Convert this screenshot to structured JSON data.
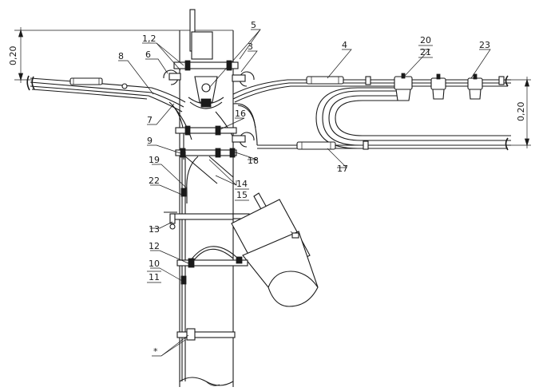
{
  "dimensions": {
    "left_height": "0,20",
    "right_height": "0,20"
  },
  "labels": {
    "l1_2": "1,2",
    "l6": "6",
    "l8": "8",
    "l5": "5",
    "l3": "3",
    "l4": "4",
    "l20": "20",
    "l21": "21",
    "l23": "23",
    "l7": "7",
    "l16": "16",
    "l9": "9",
    "l18": "18",
    "l17": "17",
    "l19": "19",
    "l14": "14",
    "l15": "15",
    "l22": "22",
    "l13": "13",
    "l12": "12",
    "l10": "10",
    "l11": "11",
    "lstar": "*"
  }
}
